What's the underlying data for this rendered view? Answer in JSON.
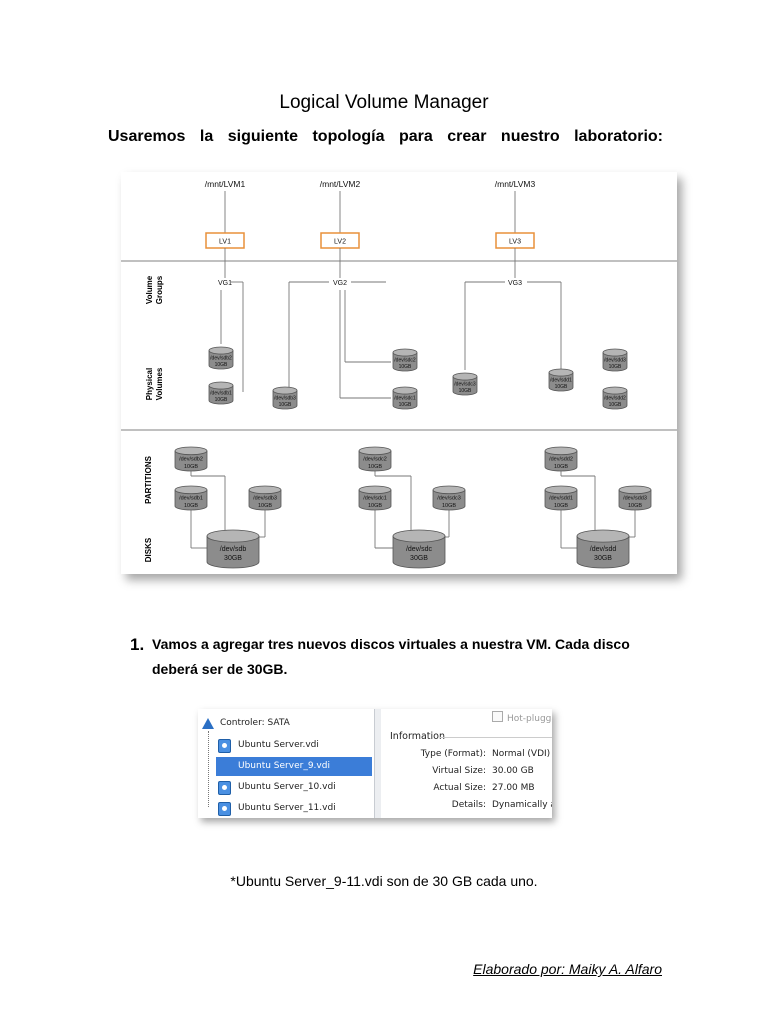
{
  "page": {
    "title": "Logical Volume Manager",
    "subtitle": "Usaremos la siguiente topología para crear nuestro laboratorio:"
  },
  "diagram": {
    "mounts": [
      "/mnt/LVM1",
      "/mnt/LVM2",
      "/mnt/LVM3"
    ],
    "logical_volumes": [
      "LV1",
      "LV2",
      "LV3"
    ],
    "volume_groups": [
      "VG1",
      "VG2",
      "VG3"
    ],
    "section_labels": {
      "volume_groups": "Volume Groups",
      "physical_volumes": "Physical Volumes",
      "partitions": "PARTITIONS",
      "disks": "DISKS"
    },
    "physical_volumes": [
      {
        "name": "/dev/sdb2",
        "size": "10GB"
      },
      {
        "name": "/dev/sdb1",
        "size": "10GB"
      },
      {
        "name": "/dev/sdb3",
        "size": "10GB"
      },
      {
        "name": "/dev/sdc2",
        "size": "10GB"
      },
      {
        "name": "/dev/sdc1",
        "size": "10GB"
      },
      {
        "name": "/dev/sdc3",
        "size": "10GB"
      },
      {
        "name": "/dev/sdd1",
        "size": "10GB"
      },
      {
        "name": "/dev/sdd3",
        "size": "10GB"
      },
      {
        "name": "/dev/sdd2",
        "size": "10GB"
      }
    ],
    "partitions": [
      {
        "name": "/dev/sdb2",
        "size": "10GB"
      },
      {
        "name": "/dev/sdb1",
        "size": "10GB"
      },
      {
        "name": "/dev/sdb3",
        "size": "10GB"
      },
      {
        "name": "/dev/sdc2",
        "size": "10GB"
      },
      {
        "name": "/dev/sdc1",
        "size": "10GB"
      },
      {
        "name": "/dev/sdc3",
        "size": "10GB"
      },
      {
        "name": "/dev/sdd2",
        "size": "10GB"
      },
      {
        "name": "/dev/sdd1",
        "size": "10GB"
      },
      {
        "name": "/dev/sdd3",
        "size": "10GB"
      }
    ],
    "disks": [
      {
        "name": "/dev/sdb",
        "size": "30GB"
      },
      {
        "name": "/dev/sdc",
        "size": "30GB"
      },
      {
        "name": "/dev/sdd",
        "size": "30GB"
      }
    ]
  },
  "step": {
    "number": "1.",
    "text": "Vamos a agregar tres nuevos discos virtuales a nuestra VM. Cada disco deberá ser de 30GB."
  },
  "screenshot": {
    "controller": "Controler: SATA",
    "disks": [
      "Ubuntu Server.vdi",
      "Ubuntu Server_9.vdi",
      "Ubuntu Server_10.vdi",
      "Ubuntu Server_11.vdi"
    ],
    "selected_index": 1,
    "hotplug": "Hot-plugga",
    "info_title": "Information",
    "info": [
      {
        "key": "Type (Format):",
        "value": "Normal (VDI)"
      },
      {
        "key": "Virtual Size:",
        "value": "30.00 GB"
      },
      {
        "key": "Actual Size:",
        "value": "27.00 MB"
      },
      {
        "key": "Details:",
        "value": "Dynamically a"
      }
    ]
  },
  "note": "*Ubuntu Server_9-11.vdi son de 30 GB cada uno.",
  "footer": "Elaborado por: Maiky A. Alfaro",
  "colors": {
    "lv_box_border": "#e8903a",
    "cylinder_fill": "#8c8c8c",
    "selection": "#3b7dd8"
  }
}
